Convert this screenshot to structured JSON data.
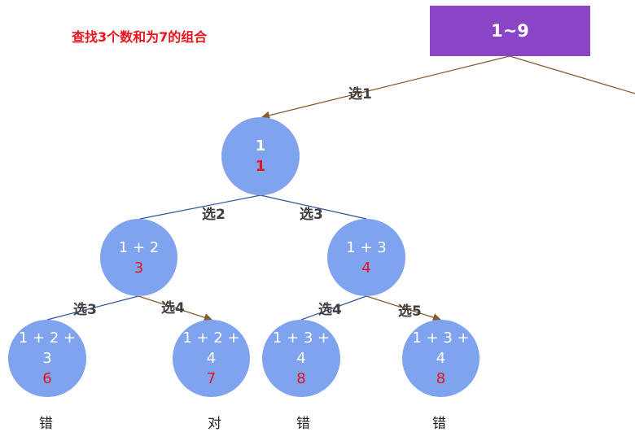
{
  "title": "查找3个数和为7的组合",
  "root_label": "1~9",
  "level1": {
    "expr": "1",
    "sum": "1"
  },
  "level2": [
    {
      "expr": "1 + 2",
      "sum": "3"
    },
    {
      "expr": "1 + 3",
      "sum": "4"
    }
  ],
  "level3": [
    {
      "expr": "1 + 2 + 3",
      "sum": "6",
      "verdict": "错"
    },
    {
      "expr": "1 + 2 + 4",
      "sum": "7",
      "verdict": "对"
    },
    {
      "expr": "1 + 3 + 4",
      "sum": "8",
      "verdict": "错"
    },
    {
      "expr": "1 + 3 + 4",
      "sum": "8",
      "verdict": "错"
    }
  ],
  "edge_labels": [
    "选1",
    "选2",
    "选3",
    "选3",
    "选4",
    "选4",
    "选5"
  ],
  "colors": {
    "root": "#8a45c6",
    "node": "#7fa3ef",
    "sum": "#e3141b",
    "title": "#e8141b",
    "brown_edge": "#8b5a2b",
    "blue_edge": "#2f5597"
  }
}
